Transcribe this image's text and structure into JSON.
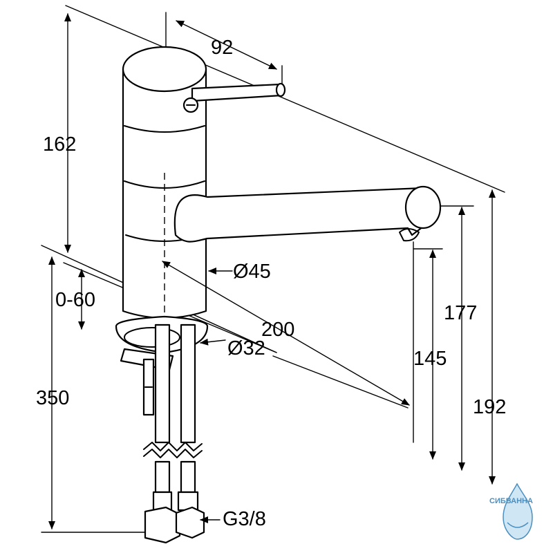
{
  "dimensions": {
    "lever_reach": "92",
    "body_height": "162",
    "spout_height": "177",
    "outlet_height": "145",
    "total_height": "192",
    "spout_reach": "200",
    "body_diameter": "Ø45",
    "hole_diameter": "Ø32",
    "deck_thickness": "0-60",
    "hose_length": "350",
    "connection_thread": "G3/8"
  },
  "watermark": {
    "brand": "СИБВАННА",
    "colors": {
      "primary": "#4a8fc0",
      "light": "#cfe6f5"
    }
  }
}
